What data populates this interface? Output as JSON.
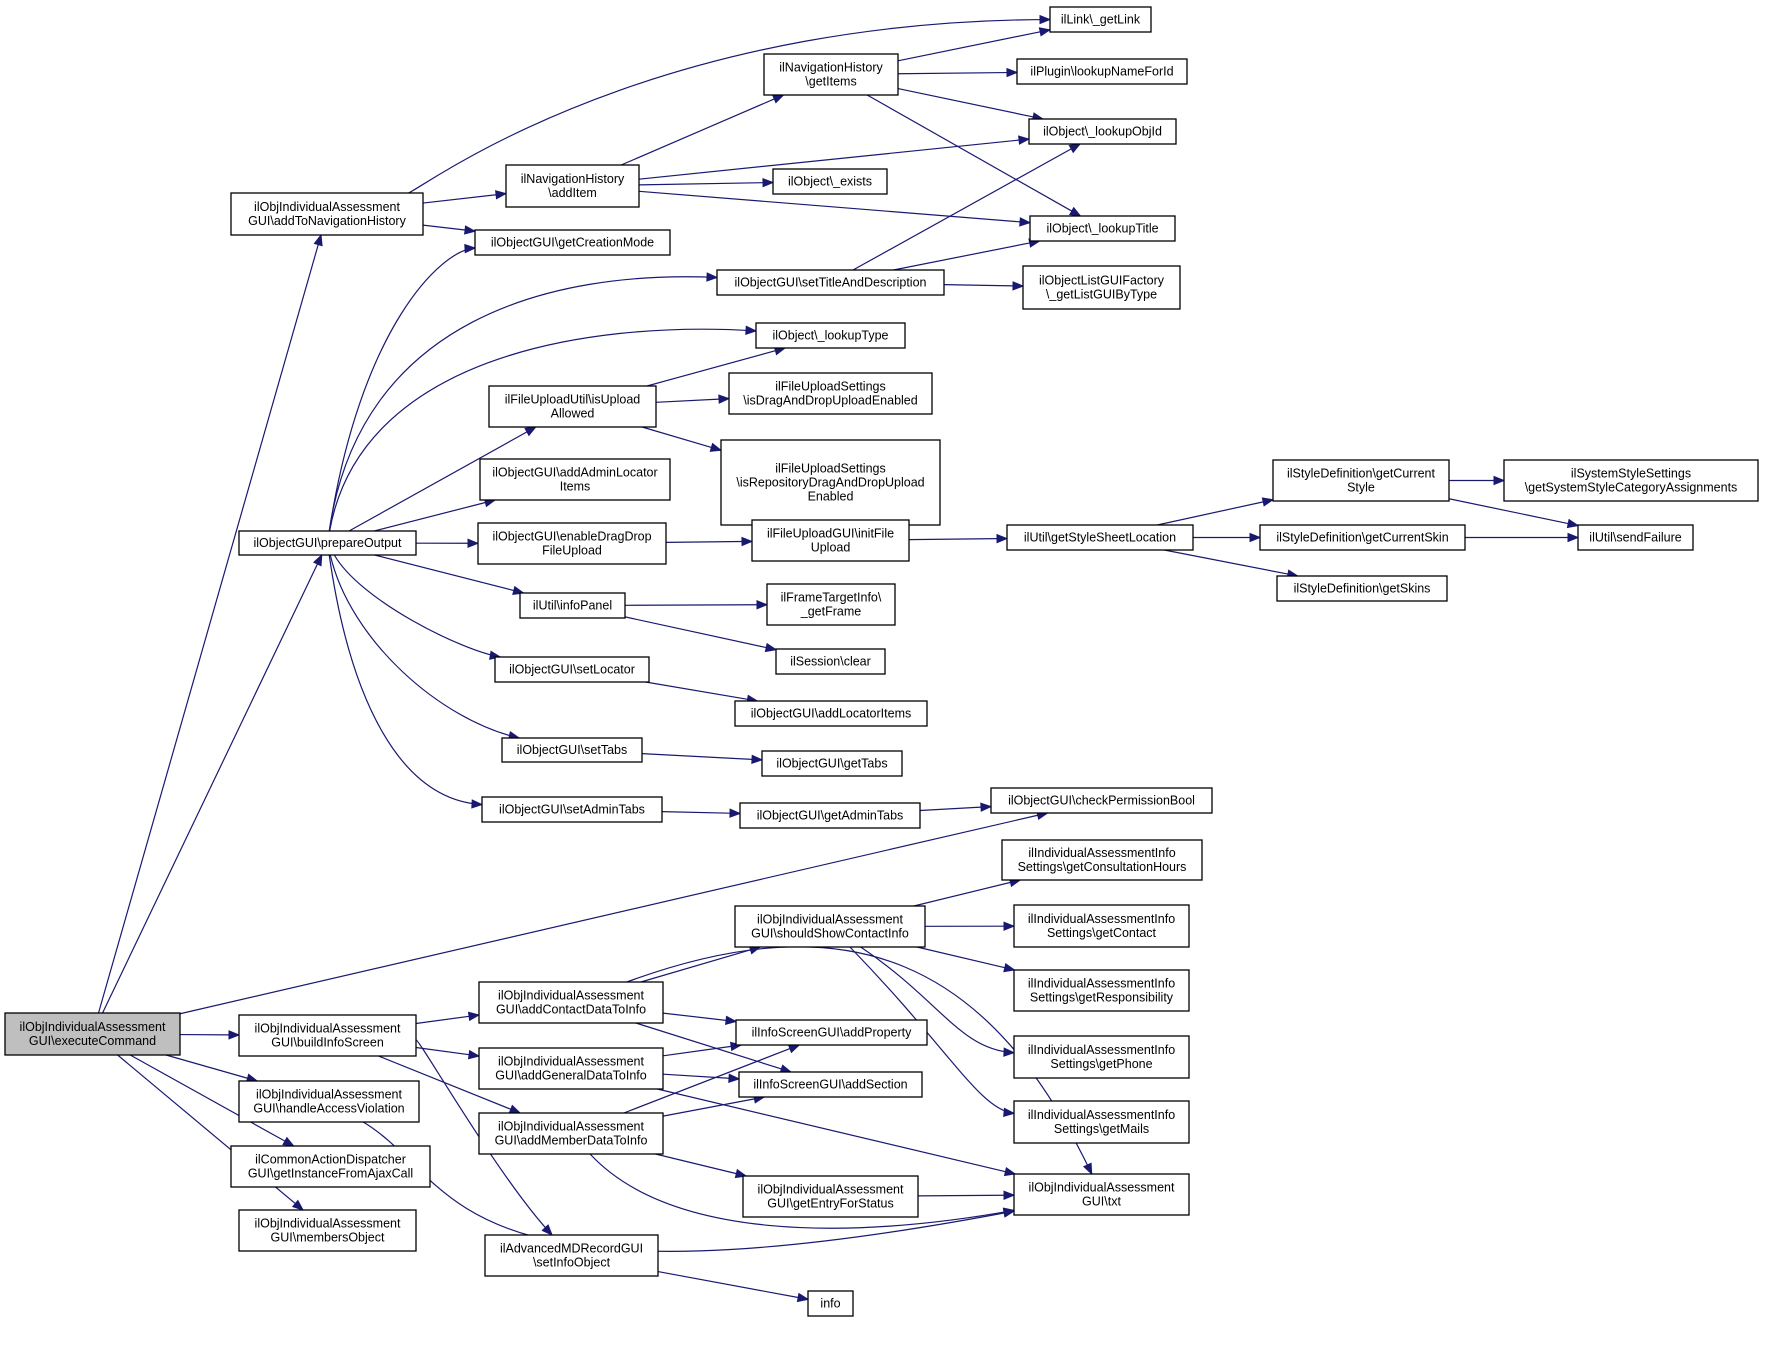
{
  "diagram": {
    "type": "call-graph",
    "edge_color": "#191970",
    "root_fill": "#bfbfbf",
    "node_fill": "#ffffff",
    "nodes": [
      {
        "id": "executeCommand",
        "lines": [
          "ilObjIndividualAssessment",
          "GUI\\executeCommand"
        ],
        "root": true
      },
      {
        "id": "addToNavigationHistory",
        "lines": [
          "ilObjIndividualAssessment",
          "GUI\\addToNavigationHistory"
        ]
      },
      {
        "id": "prepareOutput",
        "lines": [
          "ilObjectGUI\\prepareOutput"
        ]
      },
      {
        "id": "checkPermissionBool",
        "lines": [
          "ilObjectGUI\\checkPermissionBool"
        ]
      },
      {
        "id": "buildInfoScreen",
        "lines": [
          "ilObjIndividualAssessment",
          "GUI\\buildInfoScreen"
        ]
      },
      {
        "id": "handleAccessViolation",
        "lines": [
          "ilObjIndividualAssessment",
          "GUI\\handleAccessViolation"
        ]
      },
      {
        "id": "getInstanceFromAjaxCall",
        "lines": [
          "ilCommonActionDispatcher",
          "GUI\\getInstanceFromAjaxCall"
        ]
      },
      {
        "id": "membersObject",
        "lines": [
          "ilObjIndividualAssessment",
          "GUI\\membersObject"
        ]
      },
      {
        "id": "navAddItem",
        "lines": [
          "ilNavigationHistory",
          "\\addItem"
        ]
      },
      {
        "id": "getCreationMode",
        "lines": [
          "ilObjectGUI\\getCreationMode"
        ]
      },
      {
        "id": "setTitleAndDescription",
        "lines": [
          "ilObjectGUI\\setTitleAndDescription"
        ]
      },
      {
        "id": "lookupType",
        "lines": [
          "ilObject\\_lookupType"
        ]
      },
      {
        "id": "isUploadAllowed",
        "lines": [
          "ilFileUploadUtil\\isUpload",
          "Allowed"
        ]
      },
      {
        "id": "addAdminLocatorItems",
        "lines": [
          "ilObjectGUI\\addAdminLocator",
          "Items"
        ]
      },
      {
        "id": "enableDragDropFileUpload",
        "lines": [
          "ilObjectGUI\\enableDragDrop",
          "FileUpload"
        ]
      },
      {
        "id": "infoPanel",
        "lines": [
          "ilUtil\\infoPanel"
        ]
      },
      {
        "id": "setLocator",
        "lines": [
          "ilObjectGUI\\setLocator"
        ]
      },
      {
        "id": "setTabs",
        "lines": [
          "ilObjectGUI\\setTabs"
        ]
      },
      {
        "id": "setAdminTabs",
        "lines": [
          "ilObjectGUI\\setAdminTabs"
        ]
      },
      {
        "id": "navGetItems",
        "lines": [
          "ilNavigationHistory",
          "\\getItems"
        ]
      },
      {
        "id": "objExists",
        "lines": [
          "ilObject\\_exists"
        ]
      },
      {
        "id": "getListGUIByType",
        "lines": [
          "ilObjectListGUIFactory",
          "\\_getListGUIByType"
        ]
      },
      {
        "id": "isDragAndDropUploadEnabled",
        "lines": [
          "ilFileUploadSettings",
          "\\isDragAndDropUploadEnabled"
        ]
      },
      {
        "id": "isRepositoryDragAndDropUploadEnabled",
        "lines": [
          "ilFileUploadSettings",
          "\\isRepositoryDragAndDropUpload",
          "Enabled"
        ]
      },
      {
        "id": "initFileUpload",
        "lines": [
          "ilFileUploadGUI\\initFile",
          "Upload"
        ]
      },
      {
        "id": "getFrame",
        "lines": [
          "ilFrameTargetInfo\\",
          "_getFrame"
        ]
      },
      {
        "id": "sessionClear",
        "lines": [
          "ilSession\\clear"
        ]
      },
      {
        "id": "addLocatorItems",
        "lines": [
          "ilObjectGUI\\addLocatorItems"
        ]
      },
      {
        "id": "getTabs",
        "lines": [
          "ilObjectGUI\\getTabs"
        ]
      },
      {
        "id": "getAdminTabs",
        "lines": [
          "ilObjectGUI\\getAdminTabs"
        ]
      },
      {
        "id": "getLink",
        "lines": [
          "ilLink\\_getLink"
        ]
      },
      {
        "id": "lookupNameForId",
        "lines": [
          "ilPlugin\\lookupNameForId"
        ]
      },
      {
        "id": "lookupObjId",
        "lines": [
          "ilObject\\_lookupObjId"
        ]
      },
      {
        "id": "lookupTitle",
        "lines": [
          "ilObject\\_lookupTitle"
        ]
      },
      {
        "id": "getStyleSheetLocation",
        "lines": [
          "ilUtil\\getStyleSheetLocation"
        ]
      },
      {
        "id": "getCurrentStyle",
        "lines": [
          "ilStyleDefinition\\getCurrent",
          "Style"
        ]
      },
      {
        "id": "getCurrentSkin",
        "lines": [
          "ilStyleDefinition\\getCurrentSkin"
        ]
      },
      {
        "id": "getSkins",
        "lines": [
          "ilStyleDefinition\\getSkins"
        ]
      },
      {
        "id": "getSystemStyleCategoryAssignments",
        "lines": [
          "ilSystemStyleSettings",
          "\\getSystemStyleCategoryAssignments"
        ]
      },
      {
        "id": "sendFailure",
        "lines": [
          "ilUtil\\sendFailure"
        ]
      },
      {
        "id": "addContactDataToInfo",
        "lines": [
          "ilObjIndividualAssessment",
          "GUI\\addContactDataToInfo"
        ]
      },
      {
        "id": "addGeneralDataToInfo",
        "lines": [
          "ilObjIndividualAssessment",
          "GUI\\addGeneralDataToInfo"
        ]
      },
      {
        "id": "addMemberDataToInfo",
        "lines": [
          "ilObjIndividualAssessment",
          "GUI\\addMemberDataToInfo"
        ]
      },
      {
        "id": "setInfoObject",
        "lines": [
          "ilAdvancedMDRecordGUI",
          "\\setInfoObject"
        ]
      },
      {
        "id": "shouldShowContactInfo",
        "lines": [
          "ilObjIndividualAssessment",
          "GUI\\shouldShowContactInfo"
        ]
      },
      {
        "id": "addProperty",
        "lines": [
          "ilInfoScreenGUI\\addProperty"
        ]
      },
      {
        "id": "addSection",
        "lines": [
          "ilInfoScreenGUI\\addSection"
        ]
      },
      {
        "id": "getEntryForStatus",
        "lines": [
          "ilObjIndividualAssessment",
          "GUI\\getEntryForStatus"
        ]
      },
      {
        "id": "txt",
        "lines": [
          "ilObjIndividualAssessment",
          "GUI\\txt"
        ]
      },
      {
        "id": "info",
        "lines": [
          "info"
        ]
      },
      {
        "id": "getConsultationHours",
        "lines": [
          "ilIndividualAssessmentInfo",
          "Settings\\getConsultationHours"
        ]
      },
      {
        "id": "getContact",
        "lines": [
          "ilIndividualAssessmentInfo",
          "Settings\\getContact"
        ]
      },
      {
        "id": "getResponsibility",
        "lines": [
          "ilIndividualAssessmentInfo",
          "Settings\\getResponsibility"
        ]
      },
      {
        "id": "getPhone",
        "lines": [
          "ilIndividualAssessmentInfo",
          "Settings\\getPhone"
        ]
      },
      {
        "id": "getMails",
        "lines": [
          "ilIndividualAssessmentInfo",
          "Settings\\getMails"
        ]
      }
    ],
    "edges": [
      [
        "executeCommand",
        "addToNavigationHistory"
      ],
      [
        "executeCommand",
        "prepareOutput"
      ],
      [
        "executeCommand",
        "checkPermissionBool"
      ],
      [
        "executeCommand",
        "buildInfoScreen"
      ],
      [
        "executeCommand",
        "handleAccessViolation"
      ],
      [
        "executeCommand",
        "getInstanceFromAjaxCall"
      ],
      [
        "executeCommand",
        "membersObject"
      ],
      [
        "addToNavigationHistory",
        "getLink"
      ],
      [
        "addToNavigationHistory",
        "navAddItem"
      ],
      [
        "addToNavigationHistory",
        "getCreationMode"
      ],
      [
        "navAddItem",
        "navGetItems"
      ],
      [
        "navAddItem",
        "lookupObjId"
      ],
      [
        "navAddItem",
        "objExists"
      ],
      [
        "navAddItem",
        "lookupTitle"
      ],
      [
        "navGetItems",
        "getLink"
      ],
      [
        "navGetItems",
        "lookupNameForId"
      ],
      [
        "navGetItems",
        "lookupObjId"
      ],
      [
        "navGetItems",
        "lookupTitle"
      ],
      [
        "prepareOutput",
        "getCreationMode"
      ],
      [
        "prepareOutput",
        "setTitleAndDescription"
      ],
      [
        "prepareOutput",
        "lookupType"
      ],
      [
        "prepareOutput",
        "isUploadAllowed"
      ],
      [
        "prepareOutput",
        "addAdminLocatorItems"
      ],
      [
        "prepareOutput",
        "enableDragDropFileUpload"
      ],
      [
        "prepareOutput",
        "infoPanel"
      ],
      [
        "prepareOutput",
        "setLocator"
      ],
      [
        "prepareOutput",
        "setTabs"
      ],
      [
        "prepareOutput",
        "setAdminTabs"
      ],
      [
        "setTitleAndDescription",
        "lookupObjId"
      ],
      [
        "setTitleAndDescription",
        "lookupTitle"
      ],
      [
        "setTitleAndDescription",
        "getListGUIByType"
      ],
      [
        "isUploadAllowed",
        "lookupType"
      ],
      [
        "isUploadAllowed",
        "isDragAndDropUploadEnabled"
      ],
      [
        "isUploadAllowed",
        "isRepositoryDragAndDropUploadEnabled"
      ],
      [
        "enableDragDropFileUpload",
        "initFileUpload"
      ],
      [
        "initFileUpload",
        "getStyleSheetLocation"
      ],
      [
        "getStyleSheetLocation",
        "getCurrentStyle"
      ],
      [
        "getStyleSheetLocation",
        "getCurrentSkin"
      ],
      [
        "getStyleSheetLocation",
        "getSkins"
      ],
      [
        "getCurrentStyle",
        "getSystemStyleCategoryAssignments"
      ],
      [
        "getCurrentStyle",
        "sendFailure"
      ],
      [
        "getCurrentSkin",
        "sendFailure"
      ],
      [
        "infoPanel",
        "getFrame"
      ],
      [
        "infoPanel",
        "sessionClear"
      ],
      [
        "setLocator",
        "addLocatorItems"
      ],
      [
        "setTabs",
        "getTabs"
      ],
      [
        "setAdminTabs",
        "getAdminTabs"
      ],
      [
        "getAdminTabs",
        "checkPermissionBool"
      ],
      [
        "buildInfoScreen",
        "addContactDataToInfo"
      ],
      [
        "buildInfoScreen",
        "addGeneralDataToInfo"
      ],
      [
        "buildInfoScreen",
        "addMemberDataToInfo"
      ],
      [
        "buildInfoScreen",
        "setInfoObject"
      ],
      [
        "addContactDataToInfo",
        "shouldShowContactInfo"
      ],
      [
        "addContactDataToInfo",
        "addProperty"
      ],
      [
        "addContactDataToInfo",
        "addSection"
      ],
      [
        "addContactDataToInfo",
        "txt"
      ],
      [
        "shouldShowContactInfo",
        "getConsultationHours"
      ],
      [
        "shouldShowContactInfo",
        "getContact"
      ],
      [
        "shouldShowContactInfo",
        "getResponsibility"
      ],
      [
        "shouldShowContactInfo",
        "getPhone"
      ],
      [
        "shouldShowContactInfo",
        "getMails"
      ],
      [
        "addGeneralDataToInfo",
        "addProperty"
      ],
      [
        "addGeneralDataToInfo",
        "addSection"
      ],
      [
        "addGeneralDataToInfo",
        "txt"
      ],
      [
        "addMemberDataToInfo",
        "addProperty"
      ],
      [
        "addMemberDataToInfo",
        "addSection"
      ],
      [
        "addMemberDataToInfo",
        "getEntryForStatus"
      ],
      [
        "addMemberDataToInfo",
        "txt"
      ],
      [
        "getEntryForStatus",
        "txt"
      ],
      [
        "handleAccessViolation",
        "txt"
      ],
      [
        "setInfoObject",
        "info"
      ]
    ]
  }
}
